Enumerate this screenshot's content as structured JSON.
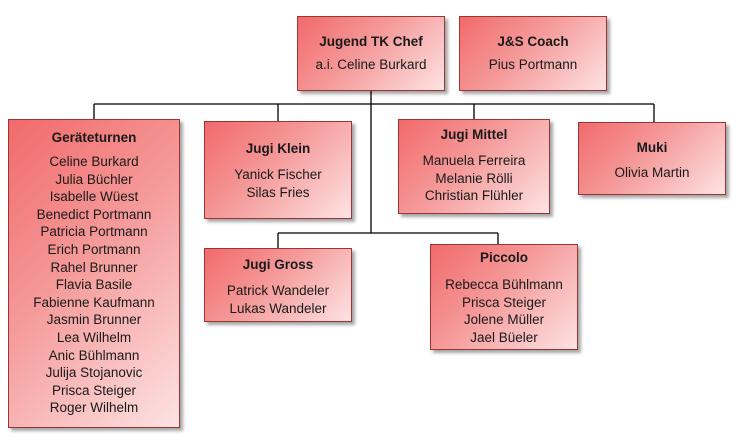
{
  "chef": {
    "title": "Jugend TK Chef",
    "members": [
      "a.i. Celine Burkard"
    ]
  },
  "coach": {
    "title": "J&S Coach",
    "members": [
      "Pius Portmann"
    ]
  },
  "groups": [
    {
      "id": "geraeteturnen",
      "title": "Geräteturnen",
      "members": [
        "Celine Burkard",
        "Julia Büchler",
        "Isabelle Wüest",
        "Benedict Portmann",
        "Patricia Portmann",
        "Erich Portmann",
        "Rahel Brunner",
        "Flavia Basile",
        "Fabienne Kaufmann",
        "Jasmin Brunner",
        "Lea Wilhelm",
        "Anic Bühlmann",
        "Julija Stojanovic",
        "Prisca Steiger",
        "Roger Wilhelm"
      ]
    },
    {
      "id": "jugi-klein",
      "title": "Jugi Klein",
      "members": [
        "Yanick Fischer",
        "Silas Fries"
      ]
    },
    {
      "id": "jugi-mittel",
      "title": "Jugi Mittel",
      "members": [
        "Manuela Ferreira",
        "Melanie Rölli",
        "Christian Flühler"
      ]
    },
    {
      "id": "muki",
      "title": "Muki",
      "members": [
        "Olivia Martin"
      ]
    },
    {
      "id": "jugi-gross",
      "title": "Jugi Gross",
      "members": [
        "Patrick Wandeler",
        "Lukas Wandeler"
      ]
    },
    {
      "id": "piccolo",
      "title": "Piccolo",
      "members": [
        "Rebecca Bühlmann",
        "Prisca Steiger",
        "Jolene Müller",
        "Jael Büeler"
      ]
    }
  ]
}
